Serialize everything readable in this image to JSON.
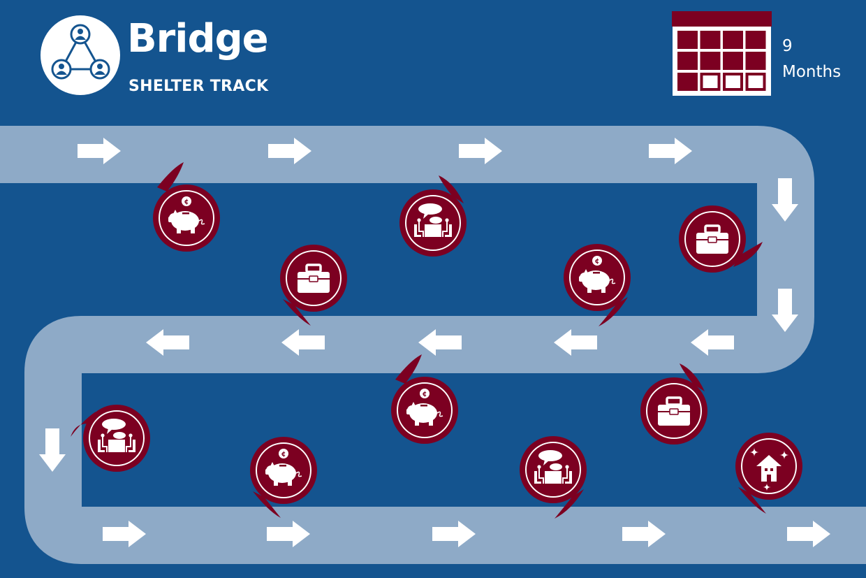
{
  "header": {
    "title": "Bridge",
    "subtitle": "SHELTER TRACK",
    "logo_icon": "people-network-icon"
  },
  "duration": {
    "number": "9",
    "unit": "Months",
    "calendar_icon": "calendar-icon",
    "months_filled": 9,
    "months_total": 12
  },
  "colors": {
    "background": "#14548f",
    "road": "#8eaac7",
    "marker": "#7c0021",
    "arrow": "#ffffff",
    "calendar": "#7c0021"
  },
  "road": {
    "rows": [
      {
        "direction": "right",
        "arrow_count": 4
      },
      {
        "direction": "down",
        "arrow_count": 2
      },
      {
        "direction": "left",
        "arrow_count": 5
      },
      {
        "direction": "down",
        "arrow_count": 1
      },
      {
        "direction": "right",
        "arrow_count": 5
      }
    ]
  },
  "milestones": [
    {
      "step": 1,
      "type": "savings",
      "icon": "piggy-bank-icon"
    },
    {
      "step": 2,
      "type": "meeting",
      "icon": "meeting-icon"
    },
    {
      "step": 3,
      "type": "toolbox",
      "icon": "toolbox-icon"
    },
    {
      "step": 4,
      "type": "savings",
      "icon": "piggy-bank-icon"
    },
    {
      "step": 5,
      "type": "toolbox",
      "icon": "toolbox-icon"
    },
    {
      "step": 6,
      "type": "savings",
      "icon": "piggy-bank-icon"
    },
    {
      "step": 7,
      "type": "toolbox",
      "icon": "toolbox-icon"
    },
    {
      "step": 8,
      "type": "meeting",
      "icon": "meeting-icon"
    },
    {
      "step": 9,
      "type": "savings",
      "icon": "piggy-bank-icon"
    },
    {
      "step": 10,
      "type": "meeting",
      "icon": "meeting-icon"
    },
    {
      "step": 11,
      "type": "home",
      "icon": "home-icon"
    }
  ]
}
